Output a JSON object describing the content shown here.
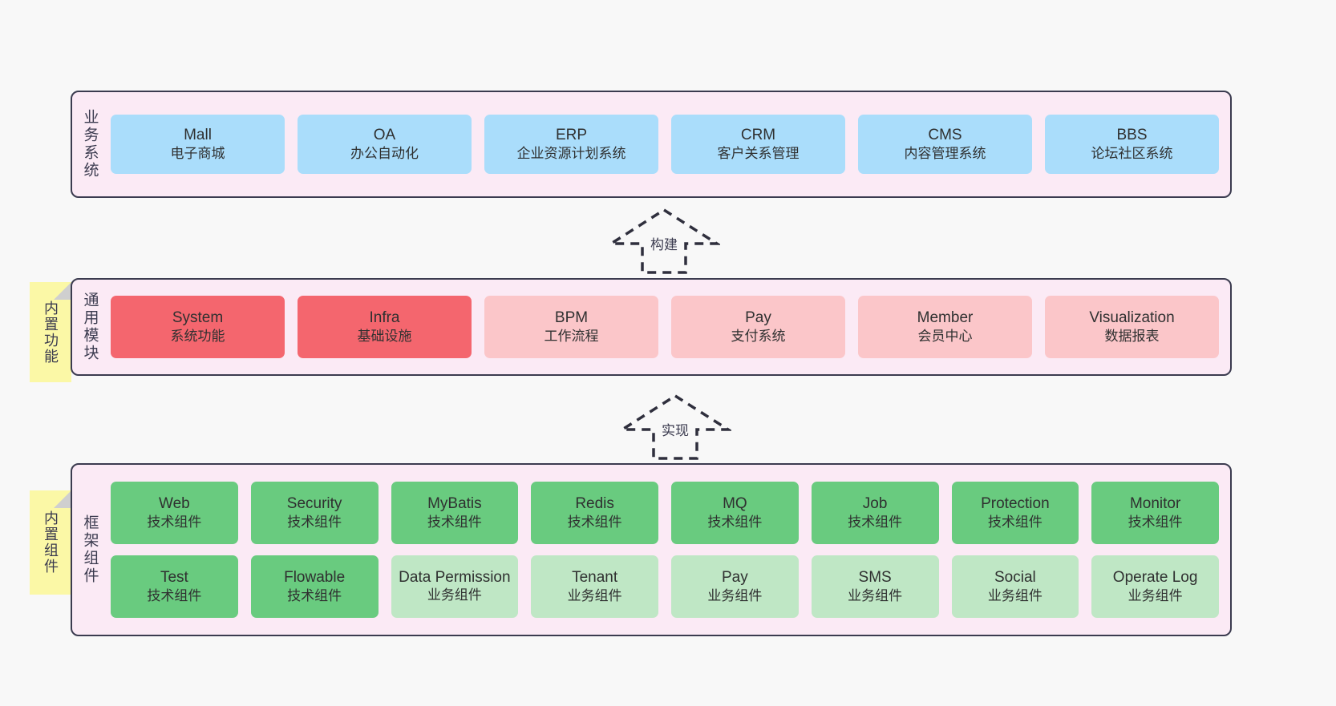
{
  "diagram": {
    "background": "#f8f8f8",
    "panel_fill": "#fbeaf5",
    "panel_border": "#3b3b4f"
  },
  "layers": [
    {
      "id": "business-systems",
      "label": "业务系统",
      "cards": [
        {
          "title": "Mall",
          "subtitle": "电子商城",
          "color": "#aaddfb"
        },
        {
          "title": "OA",
          "subtitle": "办公自动化",
          "color": "#aaddfb"
        },
        {
          "title": "ERP",
          "subtitle": "企业资源计划系统",
          "color": "#aaddfb"
        },
        {
          "title": "CRM",
          "subtitle": "客户关系管理",
          "color": "#aaddfb"
        },
        {
          "title": "CMS",
          "subtitle": "内容管理系统",
          "color": "#aaddfb"
        },
        {
          "title": "BBS",
          "subtitle": "论坛社区系统",
          "color": "#aaddfb"
        }
      ]
    },
    {
      "id": "common-modules",
      "label": "通用模块",
      "sticky": "内置功能",
      "cards": [
        {
          "title": "System",
          "subtitle": "系统功能",
          "color": "#f4666e"
        },
        {
          "title": "Infra",
          "subtitle": "基础设施",
          "color": "#f4666e"
        },
        {
          "title": "BPM",
          "subtitle": "工作流程",
          "color": "#fbc6c9"
        },
        {
          "title": "Pay",
          "subtitle": "支付系统",
          "color": "#fbc6c9"
        },
        {
          "title": "Member",
          "subtitle": "会员中心",
          "color": "#fbc6c9"
        },
        {
          "title": "Visualization",
          "subtitle": "数据报表",
          "color": "#fbc6c9"
        }
      ]
    },
    {
      "id": "framework-components",
      "label": "框架组件",
      "sticky": "内置组件",
      "row1": [
        {
          "title": "Web",
          "subtitle": "技术组件",
          "color": "#69cb7f"
        },
        {
          "title": "Security",
          "subtitle": "技术组件",
          "color": "#69cb7f"
        },
        {
          "title": "MyBatis",
          "subtitle": "技术组件",
          "color": "#69cb7f"
        },
        {
          "title": "Redis",
          "subtitle": "技术组件",
          "color": "#69cb7f"
        },
        {
          "title": "MQ",
          "subtitle": "技术组件",
          "color": "#69cb7f"
        },
        {
          "title": "Job",
          "subtitle": "技术组件",
          "color": "#69cb7f"
        },
        {
          "title": "Protection",
          "subtitle": "技术组件",
          "color": "#69cb7f"
        },
        {
          "title": "Monitor",
          "subtitle": "技术组件",
          "color": "#69cb7f"
        }
      ],
      "row2": [
        {
          "title": "Test",
          "subtitle": "技术组件",
          "color": "#69cb7f"
        },
        {
          "title": "Flowable",
          "subtitle": "技术组件",
          "color": "#69cb7f"
        },
        {
          "title": "Data Permission",
          "subtitle": "业务组件",
          "color": "#bfe7c5"
        },
        {
          "title": "Tenant",
          "subtitle": "业务组件",
          "color": "#bfe7c5"
        },
        {
          "title": "Pay",
          "subtitle": "业务组件",
          "color": "#bfe7c5"
        },
        {
          "title": "SMS",
          "subtitle": "业务组件",
          "color": "#bfe7c5"
        },
        {
          "title": "Social",
          "subtitle": "业务组件",
          "color": "#bfe7c5"
        },
        {
          "title": "Operate Log",
          "subtitle": "业务组件",
          "color": "#bfe7c5"
        }
      ]
    }
  ],
  "connectors": [
    {
      "id": "build",
      "label": "构建"
    },
    {
      "id": "implement",
      "label": "实现"
    }
  ]
}
